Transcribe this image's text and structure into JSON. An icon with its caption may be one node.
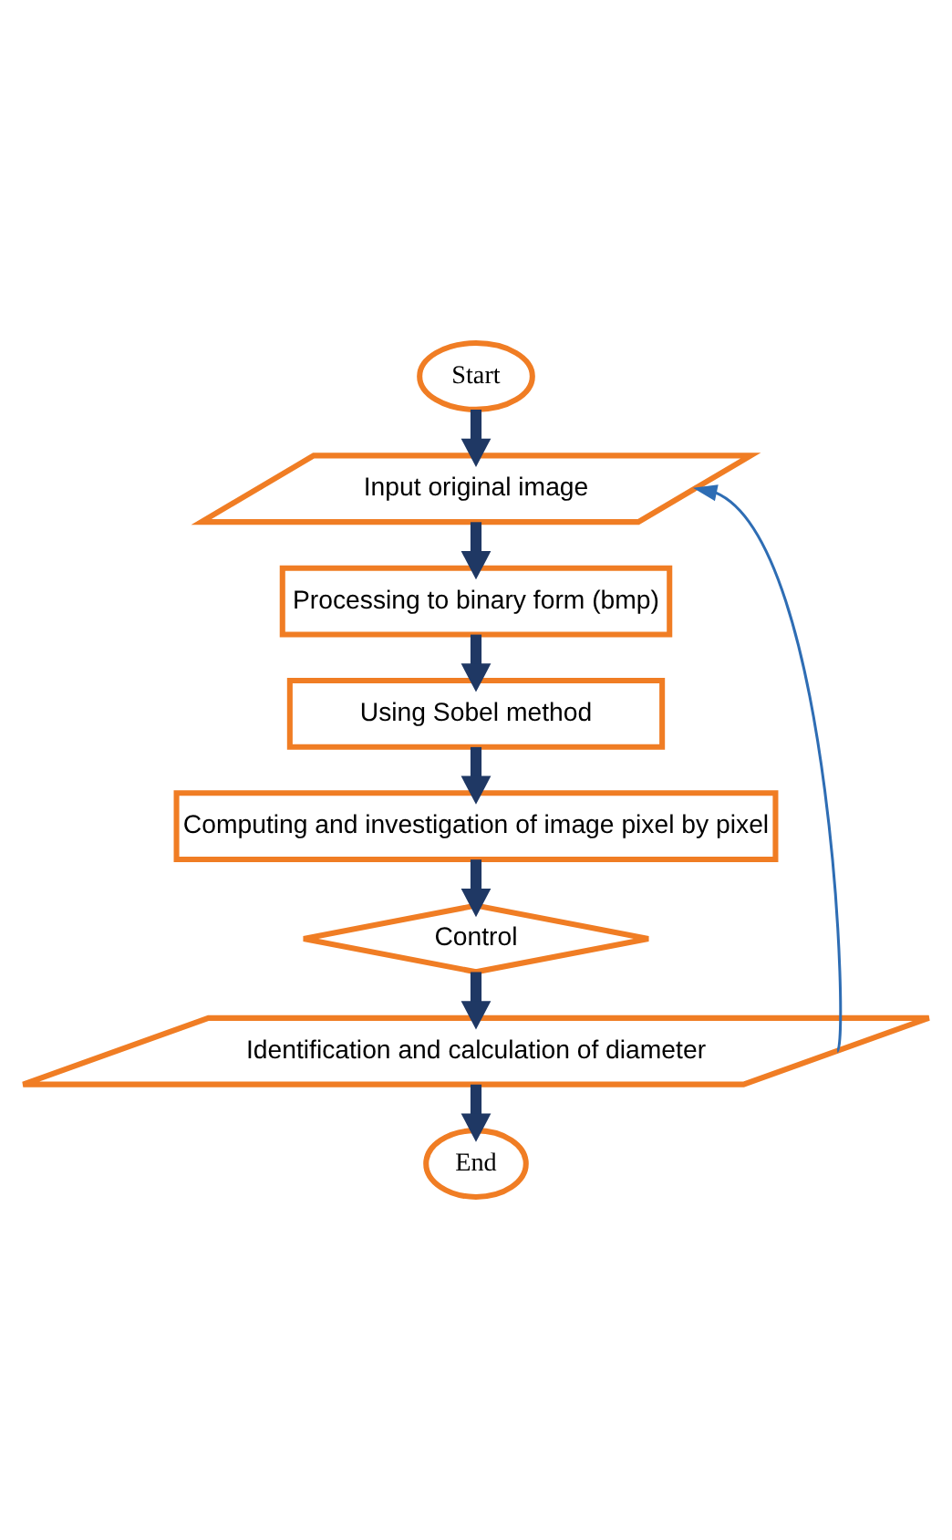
{
  "diagram": {
    "nodes": [
      {
        "text": [
          "Start"
        ]
      },
      {
        "text": [
          "Input original image"
        ]
      },
      {
        "text": [
          "Processing to binary form (bmp)"
        ]
      },
      {
        "text": [
          "Using Sobel method"
        ]
      },
      {
        "text": [
          "Computing and investigation of image pixel by pixel"
        ]
      },
      {
        "text": [
          "Control"
        ]
      },
      {
        "text": [
          "Identification and calculation of diameter"
        ]
      },
      {
        "text": [
          "End"
        ]
      }
    ],
    "edges": [
      {
        "from": 0,
        "to": 1,
        "arrow": "to"
      },
      {
        "from": 1,
        "to": 2,
        "arrow": "to"
      },
      {
        "from": 2,
        "to": 3,
        "arrow": "to"
      },
      {
        "from": 3,
        "to": 4,
        "arrow": "to"
      },
      {
        "from": 4,
        "to": 5,
        "arrow": "to"
      },
      {
        "from": 5,
        "to": 6,
        "arrow": "to"
      },
      {
        "from": 6,
        "to": 7,
        "arrow": "to"
      },
      {
        "from": 6,
        "to": 1,
        "arrow": "to",
        "color": "#2e6db4"
      }
    ]
  }
}
